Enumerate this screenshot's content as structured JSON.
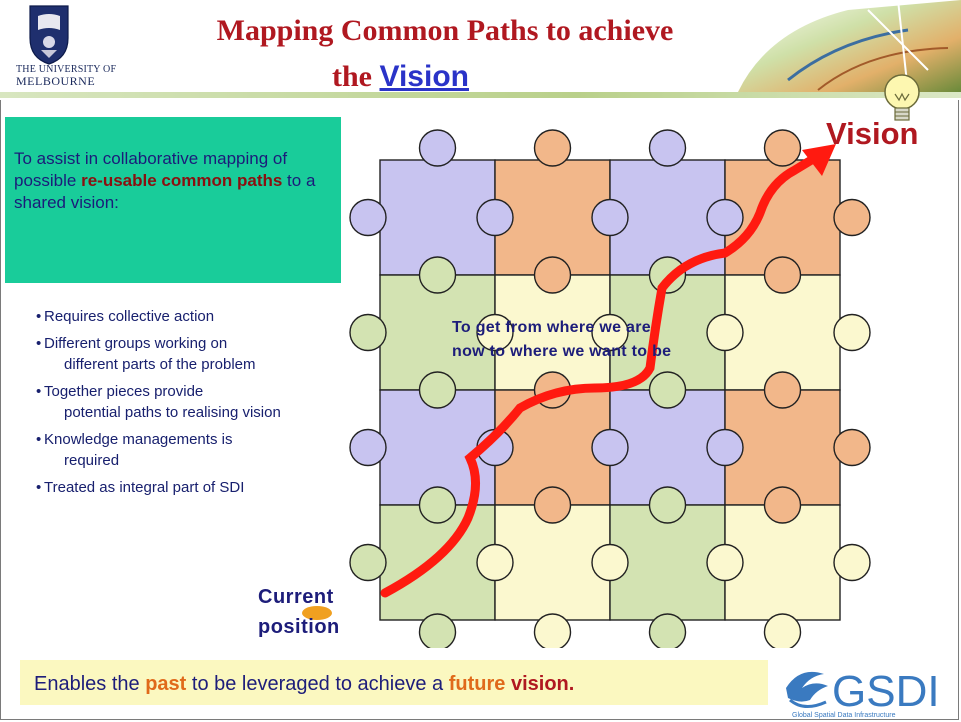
{
  "header": {
    "university_line1": "THE UNIVERSITY OF",
    "university_line2": "MELBOURNE",
    "title_line1": "Mapping Common Paths to achieve",
    "title_line2_prefix": "the ",
    "title_line2_link": "Vision"
  },
  "intro": {
    "part1": "To assist in collaborative mapping of possible ",
    "strong": "re-usable common paths",
    "part2": " to a shared vision:"
  },
  "bullets": [
    {
      "text": "Requires collective action",
      "cont": ""
    },
    {
      "text": "Different groups working on",
      "cont": "different parts of the problem"
    },
    {
      "text": "Together pieces provide",
      "cont": "potential paths to realising vision"
    },
    {
      "text": "Knowledge managements is",
      "cont": "required"
    },
    {
      "text": "Treated as integral part of SDI",
      "cont": ""
    }
  ],
  "diagram": {
    "vision_label": "Vision",
    "middle_line1": "To get from where we are",
    "middle_line2": "now to where we want to be",
    "current_line1": "Current",
    "current_line2": "position"
  },
  "footer": {
    "part1": "Enables the ",
    "past": "past",
    "part2": " to be leveraged to achieve a ",
    "future": "future",
    "part3": " ",
    "vision": "vision.",
    "logo_text": "GSDI",
    "logo_subtext": "Global Spatial Data Infrastructure"
  },
  "colors": {
    "title_red": "#b01820",
    "link_blue": "#2a33c8",
    "text_navy": "#1d1d7a",
    "intro_green": "#19cc9a",
    "piece_purple": "#c8c4f0",
    "piece_orange": "#f2b78a",
    "piece_green": "#d3e3b2",
    "piece_yellow": "#fbf8cf",
    "path_red": "#ff1a10",
    "footer_yellow": "#fbf8c0"
  },
  "icons": [
    "university-crest-icon",
    "light-bulb-icon",
    "gsdi-globe-icon",
    "arrow-path-icon"
  ]
}
